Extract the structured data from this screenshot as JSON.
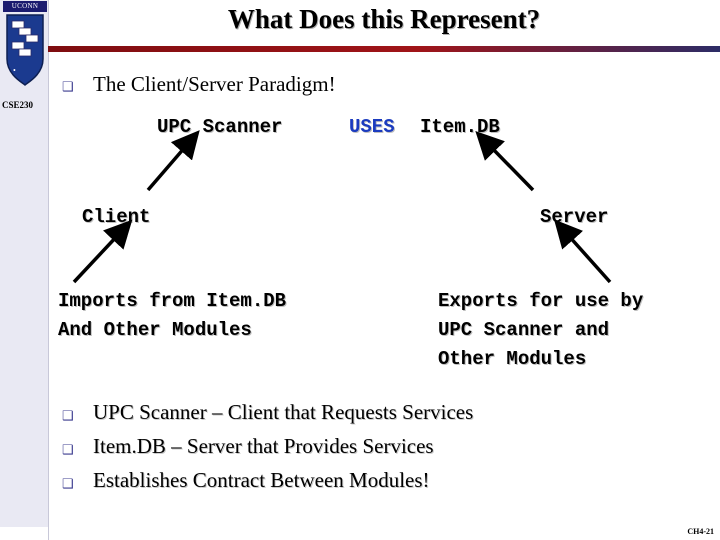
{
  "slide": {
    "title": "What Does this Represent?",
    "course_code": "CSE230",
    "logo_label": "UCONN",
    "footer_code": "CH4-21",
    "bullet_marker": "❑",
    "main_bullet": "The Client/Server Paradigm!",
    "diagram": {
      "upc_scanner": "UPC Scanner",
      "uses": "USES",
      "item_db": "Item.DB",
      "client": "Client",
      "server": "Server",
      "client_note_line1": "Imports from Item.DB",
      "client_note_line2": "And Other Modules",
      "server_note_line1": "Exports for use by",
      "server_note_line2": "UPC Scanner and",
      "server_note_line3": "Other Modules"
    },
    "sub_bullets": [
      "UPC Scanner – Client that Requests Services",
      "Item.DB – Server that Provides Services",
      "Establishes Contract Between Modules!"
    ],
    "colors": {
      "rule_left": "#7e0d10",
      "rule_right": "#2c2c66",
      "bullet": "#3b3b8f",
      "uses_text": "#1b3bbf",
      "band": "#e9e9f3"
    }
  }
}
